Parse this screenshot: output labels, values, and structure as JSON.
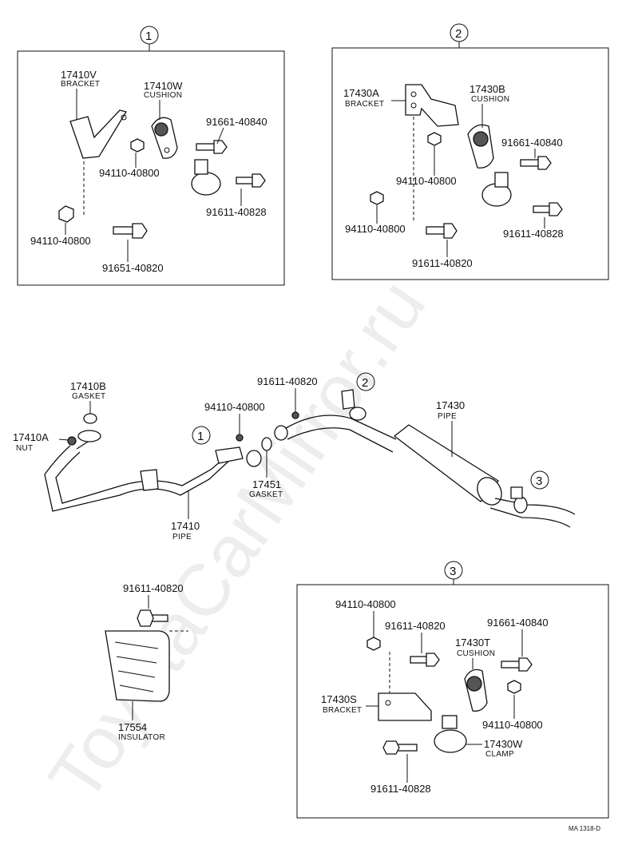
{
  "watermark": "ToyotaCarMirror.ru",
  "footer_code": "MA 1318-D",
  "callouts": {
    "c1": "1",
    "c2": "2",
    "c3": "3"
  },
  "box1": {
    "bracket_pn": "17410V",
    "bracket_lbl": "BRACKET",
    "cushion_pn": "17410W",
    "cushion_lbl": "CUSHION",
    "bolt_a": "91661-40840",
    "nut_a": "94110-40800",
    "bolt_b": "91611-40828",
    "nut_b": "94110-40800",
    "bolt_c": "91651-40820"
  },
  "box2": {
    "bracket_pn": "17430A",
    "bracket_lbl": "BRACKET",
    "cushion_pn": "17430B",
    "cushion_lbl": "CUSHION",
    "bolt_a": "91661-40840",
    "nut_a": "94110-40800",
    "nut_b": "94110-40800",
    "bolt_b": "91611-40828",
    "bolt_c": "91611-40820"
  },
  "main": {
    "gasket_top_pn": "17410B",
    "gasket_top_lbl": "GASKET",
    "nut_pn": "17410A",
    "nut_lbl": "NUT",
    "nut_mid_pn": "94110-40800",
    "bolt_mid_pn": "91611-40820",
    "pipe_rear_pn": "17430",
    "pipe_rear_lbl": "PIPE",
    "gasket_mid_pn": "17451",
    "gasket_mid_lbl": "GASKET",
    "pipe_front_pn": "17410",
    "pipe_front_lbl": "PIPE"
  },
  "insulator": {
    "bolt_pn": "91611-40820",
    "pn": "17554",
    "lbl": "INSULATOR"
  },
  "box3": {
    "nut_a": "94110-40800",
    "bolt_a": "91611-40820",
    "bolt_b": "91661-40840",
    "cushion_pn": "17430T",
    "cushion_lbl": "CUSHION",
    "bracket_pn": "17430S",
    "bracket_lbl": "BRACKET",
    "nut_b": "94110-40800",
    "clamp_pn": "17430W",
    "clamp_lbl": "CLAMP",
    "bolt_c": "91611-40828"
  }
}
